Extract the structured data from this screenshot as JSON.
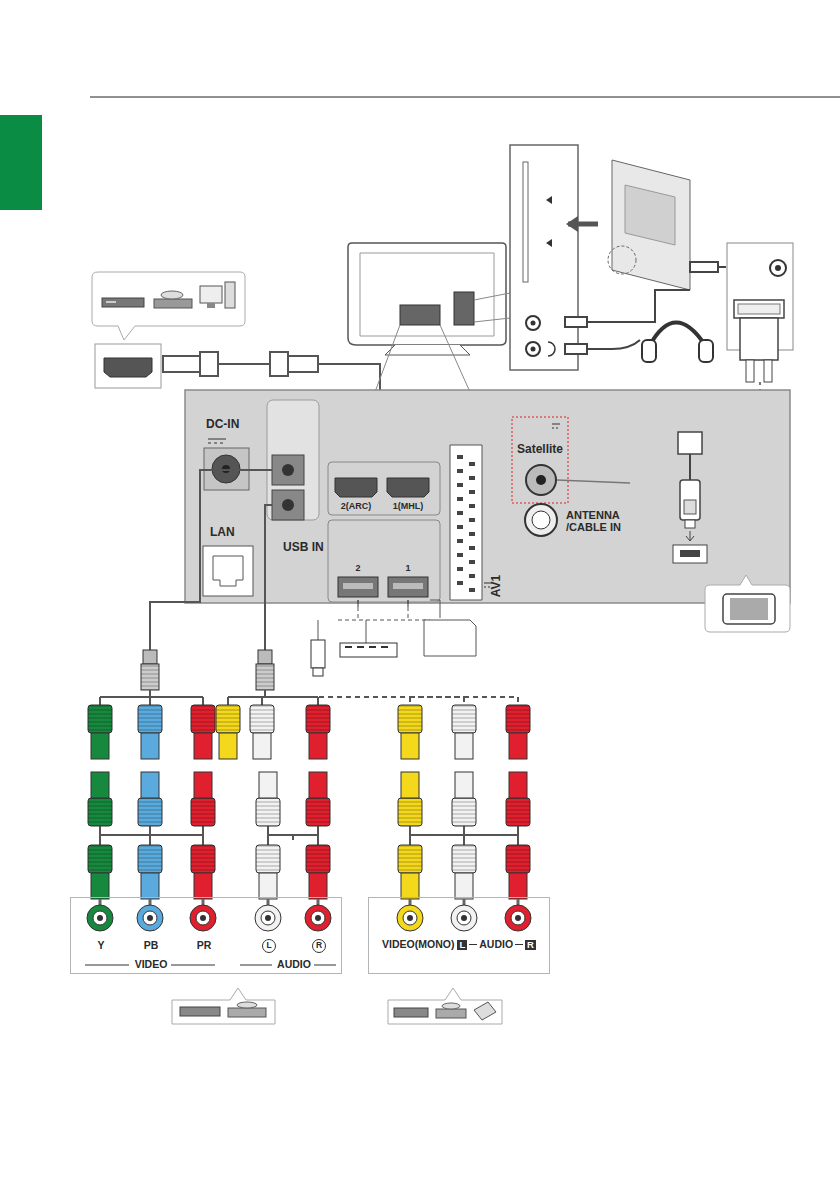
{
  "diagram": {
    "nodes": [
      {
        "text": [
          "Y",
          "PB",
          "PR",
          "VIDEO",
          "L",
          "R",
          "AUDIO"
        ]
      },
      {
        "text": [
          "VIDEO(MONO)",
          "L",
          "AUDIO",
          "R"
        ]
      }
    ],
    "labels": [
      "DC-IN",
      "LAN",
      "2(ARC)",
      "1(MHL)",
      "USB IN",
      "2",
      "1",
      "AV1",
      "Satellite",
      "ANTENNA /CABLE IN"
    ]
  }
}
